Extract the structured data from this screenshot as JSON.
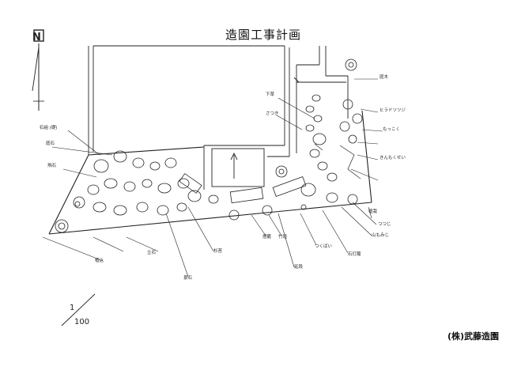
{
  "drawing": {
    "title": "造園工事計画",
    "company": "(株)武藤造園",
    "scale_numerator": "1",
    "scale_denominator": "100"
  },
  "legend": {
    "north_symbol": "N"
  },
  "notes": {
    "n1": "石組 (礎)",
    "n2": "庭石",
    "n3": "飛石",
    "n4": "植込",
    "n5": "立石",
    "n6": "景石",
    "n7": "杉苔",
    "n8": "燈籠",
    "n9": "竹垣",
    "n10": "延段",
    "n11": "つくばい",
    "n12": "石灯籠",
    "n13": "山もみじ",
    "n14": "つつじ",
    "n15": "植栽",
    "n16": "下草",
    "n17": "さつき",
    "n18": "庭木",
    "n19": "ヒラドツツジ",
    "n20": "もっこく",
    "n21": "きんもくせい"
  }
}
